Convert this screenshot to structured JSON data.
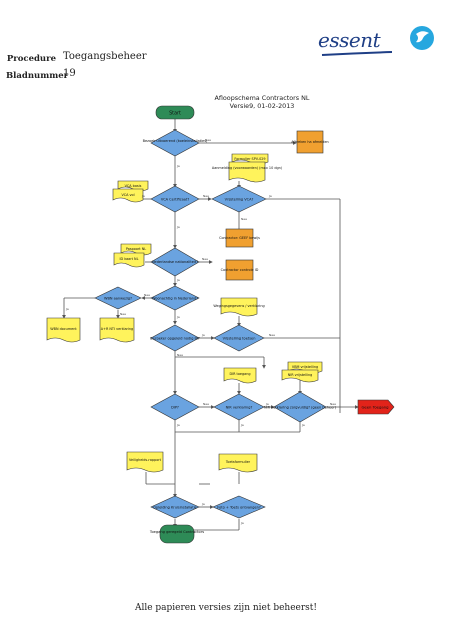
{
  "header": {
    "procedure_label": "Procedure",
    "procedure_value": "Toegangsbeheer",
    "page_label": "Bladnummer",
    "page_value": "19"
  },
  "logo": {
    "text": "essent",
    "brand_color": "#1f3f86",
    "accent_color": "#26a7df"
  },
  "chart": {
    "title_line1": "Afloopschema Contractors NL",
    "title_line2": "Versie9, 01-02-2013",
    "nodes": {
      "start": "Start",
      "d_instelling": "Bezoek uitvoerend (koeleinstallaties)",
      "afbreken": "Afbreken ha afmelden",
      "formulier": "Formulier SPV-029",
      "aanmelding": "Aanmelding (voorwaarden) (max 10 dgn)",
      "vca_basis": "VCA basis",
      "vca_vol": "VCA vol",
      "d_vca": "VCA Certificaat?",
      "d_vca_ok": "Vrijstelling VCA?",
      "contractor_bewijs": "Contractor: GEEF bewijs",
      "paspoort": "Paspoort NL",
      "id_kaart": "ID kaart NL",
      "d_nat": "Nederlandse nationaliteit?",
      "contractor_controle": "Contractor controle ID",
      "wn_spv": "WBN document",
      "d_wbn": "WBN aanwezig?",
      "verklaring": "A+R NTI verklaring",
      "d_woon": "Woonachtig in Nederland?",
      "wegging": "Wegingsgegevens / verklaring",
      "d_toegang": "Bezoeker opgeleid nodig IB?",
      "d_vrij": "Vrijstelling toetsen",
      "dir_vrij": "DIR toegang",
      "vbm": "VBM vrijstelling",
      "nir_verkl": "NIR vrijstelling",
      "d_dip": "DIP?",
      "d_nir": "NIR verklaring?",
      "d_nir_volledig": "NIR verklaring zorgvuldig? (geen beheer)",
      "geen_toegang": "Geen Toegang",
      "veiligheid": "Veiligheids-rapport",
      "toets": "Toetsformulier",
      "d_opleiding": "Opleiding Kruisinstallatie",
      "d_pasfoto": "Foto + Toets ontvangen?",
      "einde": "Toegang geregeld Contractors",
      "ja": "Ja",
      "nee": "Nee"
    }
  },
  "footer": "Alle papieren versies zijn niet beheerst!"
}
